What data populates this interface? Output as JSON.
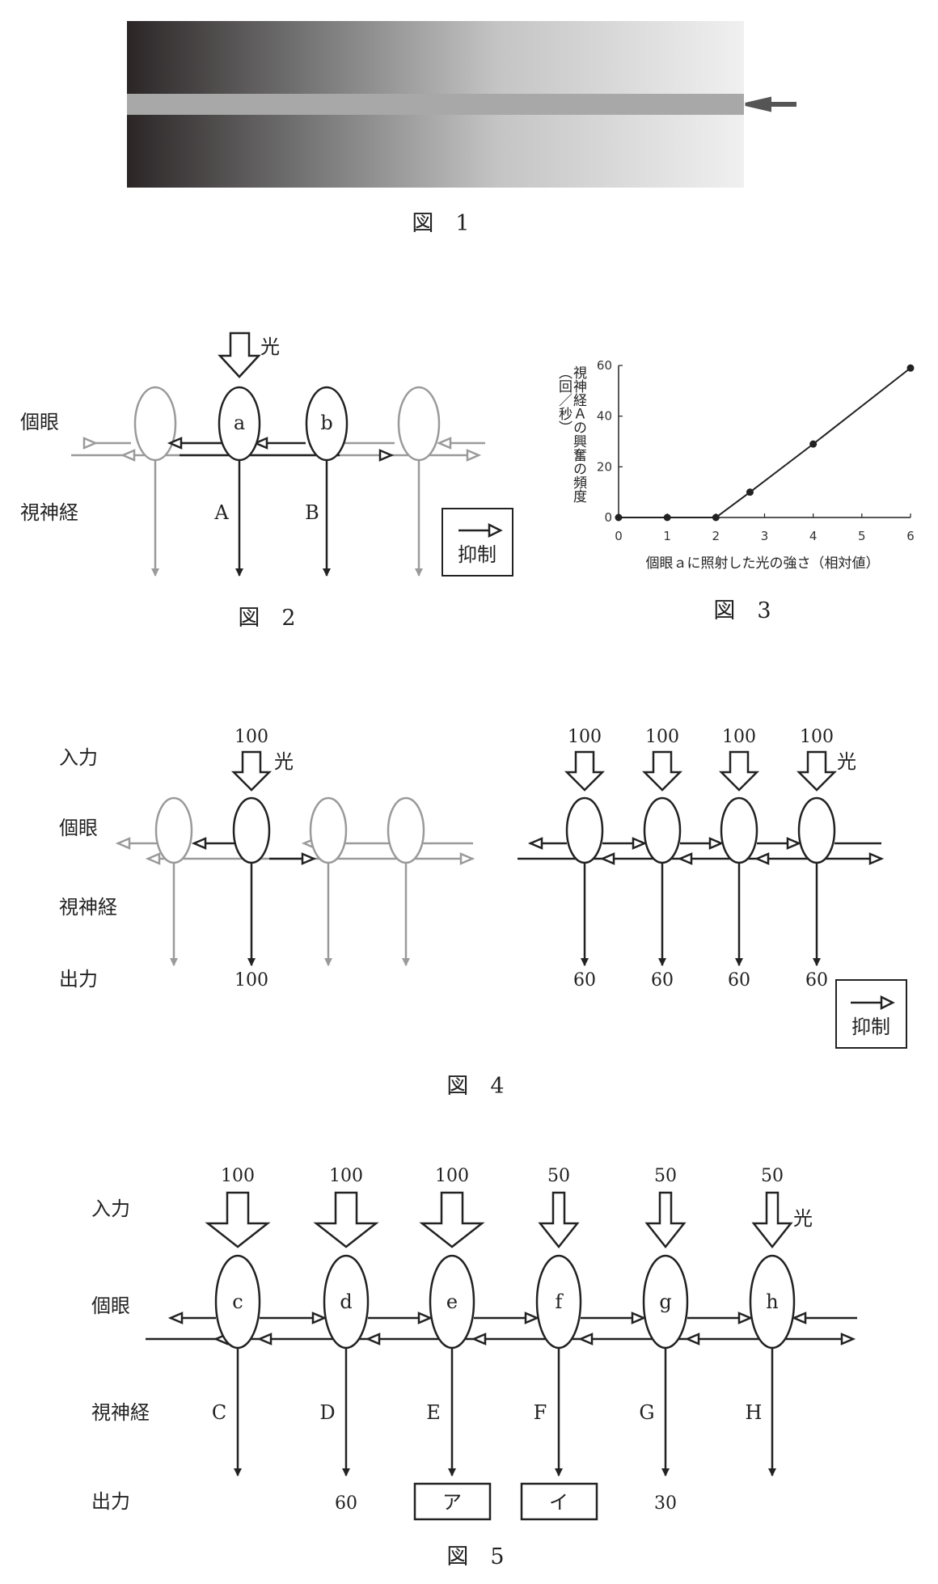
{
  "fig1": {
    "caption": "図　1"
  },
  "fig2": {
    "caption": "図　2",
    "light": "光",
    "row_eye": "個眼",
    "row_nerve": "視神経",
    "eye_a": "a",
    "eye_b": "b",
    "nerve_a": "A",
    "nerve_b": "B",
    "legend": "抑制"
  },
  "fig3": {
    "caption": "図　3",
    "chart_data": {
      "type": "line",
      "x": [
        0,
        1,
        2,
        2.7,
        4,
        6
      ],
      "y": [
        0,
        0,
        0,
        10,
        29,
        59
      ],
      "xlim": [
        0,
        6
      ],
      "ylim": [
        0,
        60
      ],
      "xticks": [
        "0",
        "1",
        "2",
        "3",
        "4",
        "5",
        "6"
      ],
      "yticks": [
        "0",
        "20",
        "40",
        "60"
      ],
      "xlabel": "個眼ａに照射した光の強さ（相対値）",
      "ylabel": "視神経Ａの興奮の頻度",
      "yunit": "（回／秒）",
      "grid": false
    }
  },
  "fig4": {
    "caption": "図　4",
    "row_input": "入力",
    "row_eye": "個眼",
    "row_nerve": "視神経",
    "row_output": "出力",
    "light_left": "光",
    "light_right": "光",
    "left_input": "100",
    "left_output": "100",
    "right_inputs": [
      "100",
      "100",
      "100",
      "100"
    ],
    "right_outputs": [
      "60",
      "60",
      "60",
      "60"
    ],
    "legend": "抑制"
  },
  "fig5": {
    "caption": "図　5",
    "row_input": "入力",
    "row_eye": "個眼",
    "row_nerve": "視神経",
    "row_output": "出力",
    "light": "光",
    "inputs": [
      "100",
      "100",
      "100",
      "50",
      "50",
      "50"
    ],
    "eyes": [
      "c",
      "d",
      "e",
      "f",
      "g",
      "h"
    ],
    "nerves": [
      "C",
      "D",
      "E",
      "F",
      "G",
      "H"
    ],
    "output_d": "60",
    "output_g": "30",
    "box_e": "ア",
    "box_f": "イ"
  },
  "colors": {
    "dark": "#222222",
    "gray": "#9a9a9a"
  }
}
